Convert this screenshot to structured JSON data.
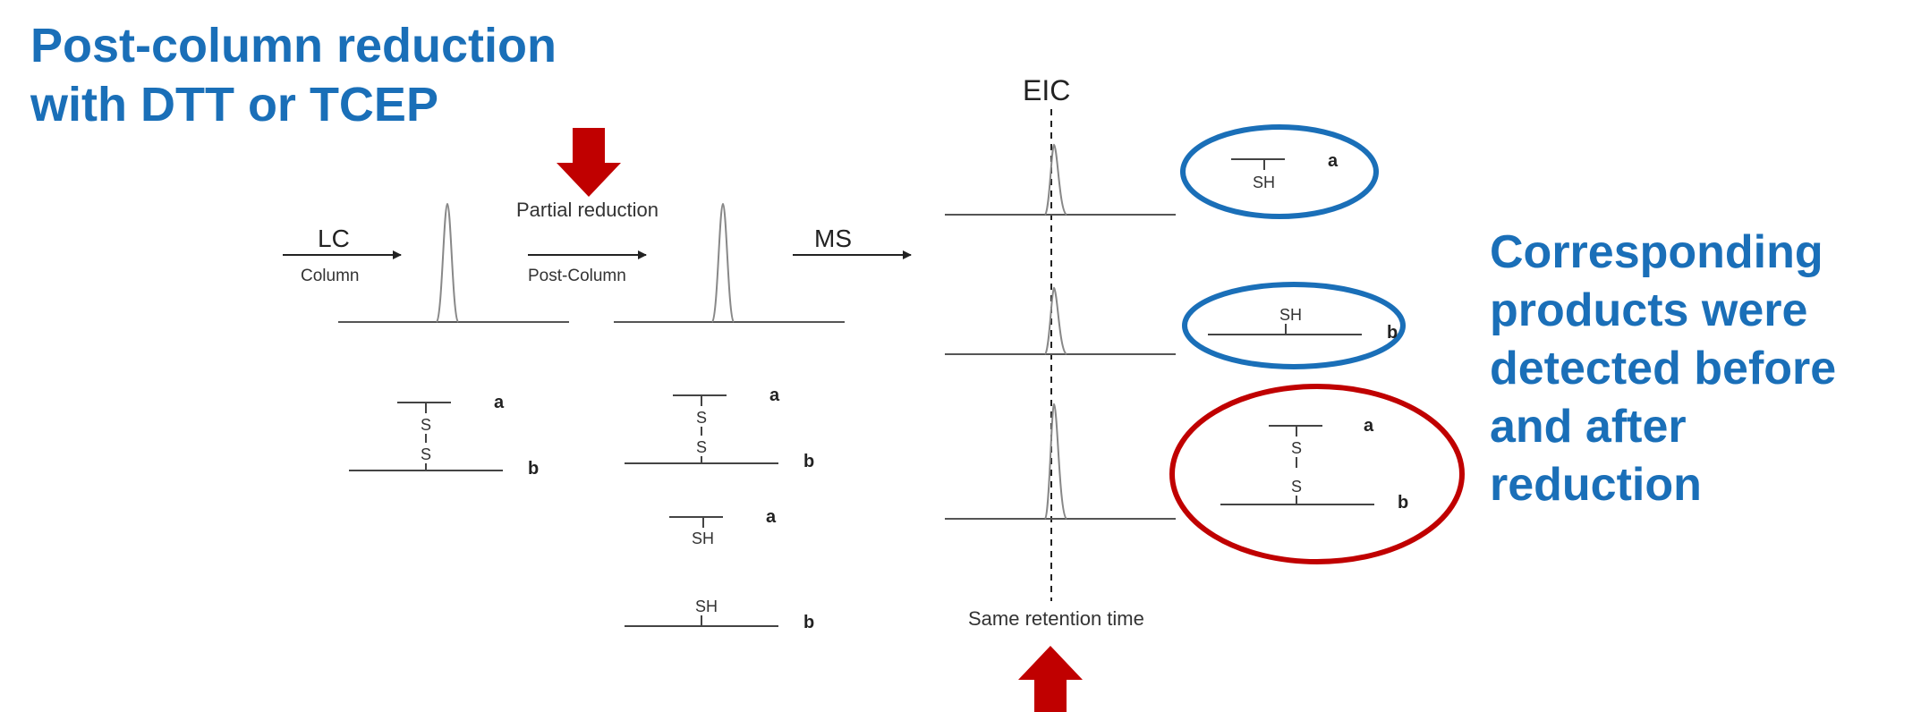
{
  "title": {
    "line1": "Post-column reduction",
    "line2": "with DTT or TCEP"
  },
  "side_note": {
    "lines": [
      "Corresponding",
      "products were",
      "detected before",
      "and after",
      "reduction"
    ]
  },
  "flow": {
    "lc_label": "LC",
    "column_label": "Column",
    "partial_reduction_label": "Partial reduction",
    "post_column_label": "Post-Column",
    "ms_label": "MS"
  },
  "eic": {
    "label": "EIC",
    "retention_label": "Same retention time"
  },
  "chains": {
    "a": "a",
    "b": "b",
    "s": "S",
    "sh": "SH"
  },
  "colors": {
    "accent_blue": "#1a6fb8",
    "accent_red": "#c00000",
    "line": "#444444",
    "peak": "#888888"
  }
}
